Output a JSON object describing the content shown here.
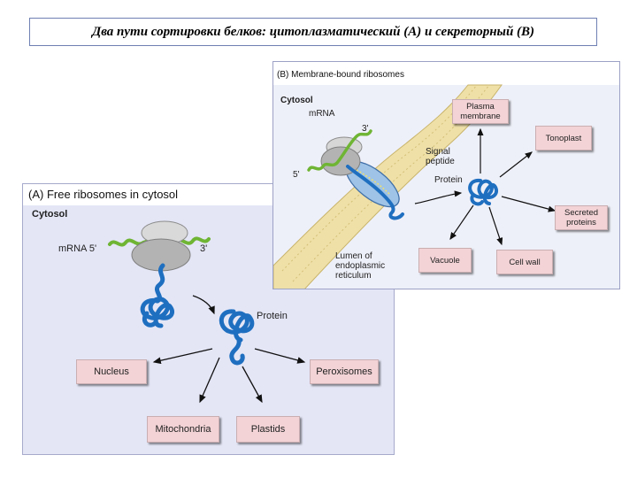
{
  "title": "Два пути сортировки белков: цитоплазматический (А) и секреторный (В)",
  "panel_a": {
    "header": "(A) Free ribosomes in cytosol",
    "cytosol": "Cytosol",
    "mrna5": "mRNA 5'",
    "end3": "3'",
    "protein": "Protein",
    "targets": {
      "nucleus": "Nucleus",
      "peroxisomes": "Peroxisomes",
      "mitochondria": "Mitochondria",
      "plastids": "Plastids"
    }
  },
  "panel_b": {
    "header": "(B) Membrane-bound ribosomes",
    "cytosol": "Cytosol",
    "mrna": "mRNA",
    "end3": "3'",
    "end5": "5'",
    "signal_peptide": "Signal peptide",
    "protein": "Protein",
    "lumen": "Lumen of endoplasmic reticulum",
    "targets": {
      "plasma_membrane": "Plasma membrane",
      "tonoplast": "Tonoplast",
      "secreted_proteins": "Secreted proteins",
      "vacuole": "Vacuole",
      "cell_wall": "Cell wall"
    }
  },
  "colors": {
    "protein_blue": "#1f6fc0",
    "mrna_green": "#6fb534",
    "ribosome_gray": "#b3b3b3",
    "target_box": "#f3d3d6",
    "membrane_tan": "#efe0a8"
  }
}
